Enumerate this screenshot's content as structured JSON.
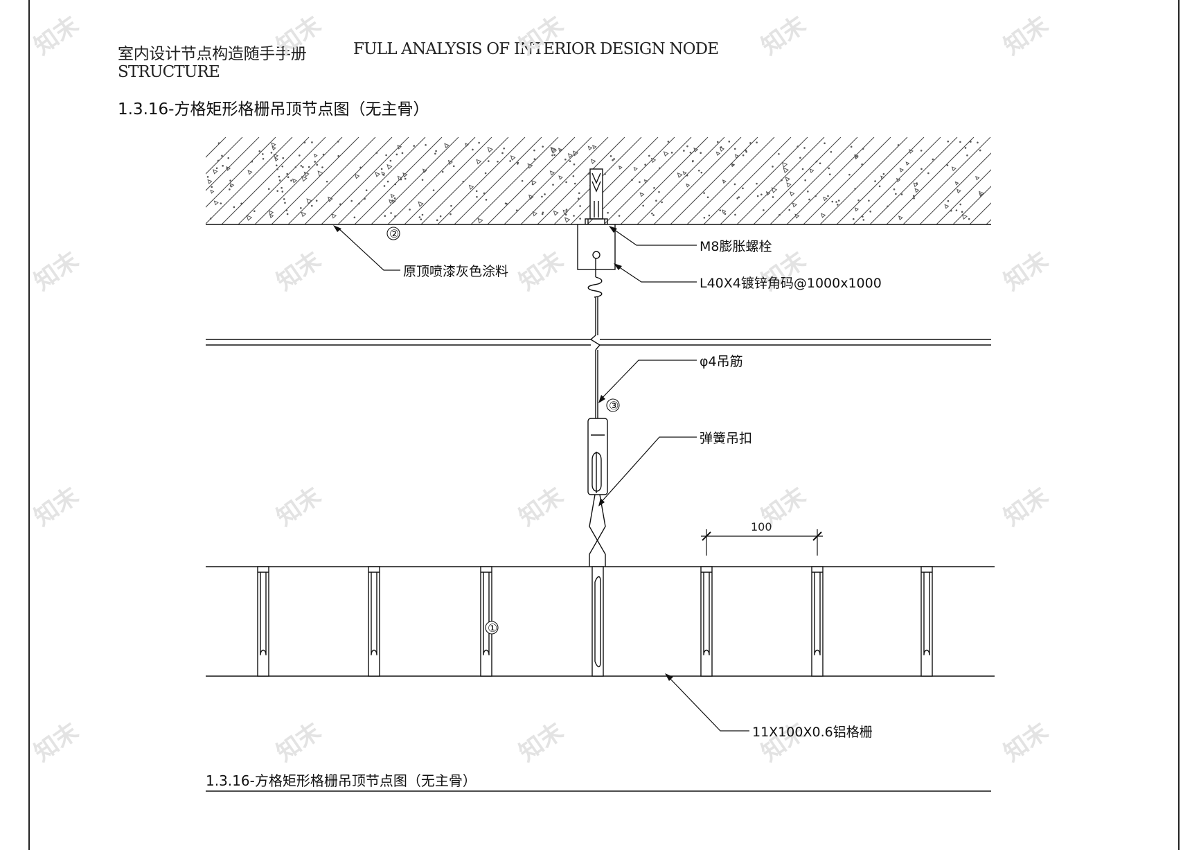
{
  "header": {
    "title_cn": "室内设计节点构造随手手册",
    "title_en_line1": "FULL ANALYSIS OF INTERIOR DESIGN NODE",
    "title_en_line2": "STRUCTURE"
  },
  "page_title": "1.3.16-方格矩形格栅吊顶节点图（无主骨）",
  "labels": {
    "bolt": "M8膨胀螺栓",
    "angle": "L40X4镀锌角码@1000x1000",
    "paint": "原顶喷漆灰色涂料",
    "rod": "φ4吊筋",
    "clip": "弹簧吊扣",
    "grille": "11X100X0.6铝格栅"
  },
  "markers": {
    "one": "①",
    "two": "②",
    "three": "③"
  },
  "dimension": "100",
  "caption": "1.3.16-方格矩形格栅吊顶节点图（无主骨）",
  "watermark": "知末",
  "colors": {
    "line": "#111111",
    "hatch": "#444444",
    "watermark": "#e3e3e3"
  }
}
